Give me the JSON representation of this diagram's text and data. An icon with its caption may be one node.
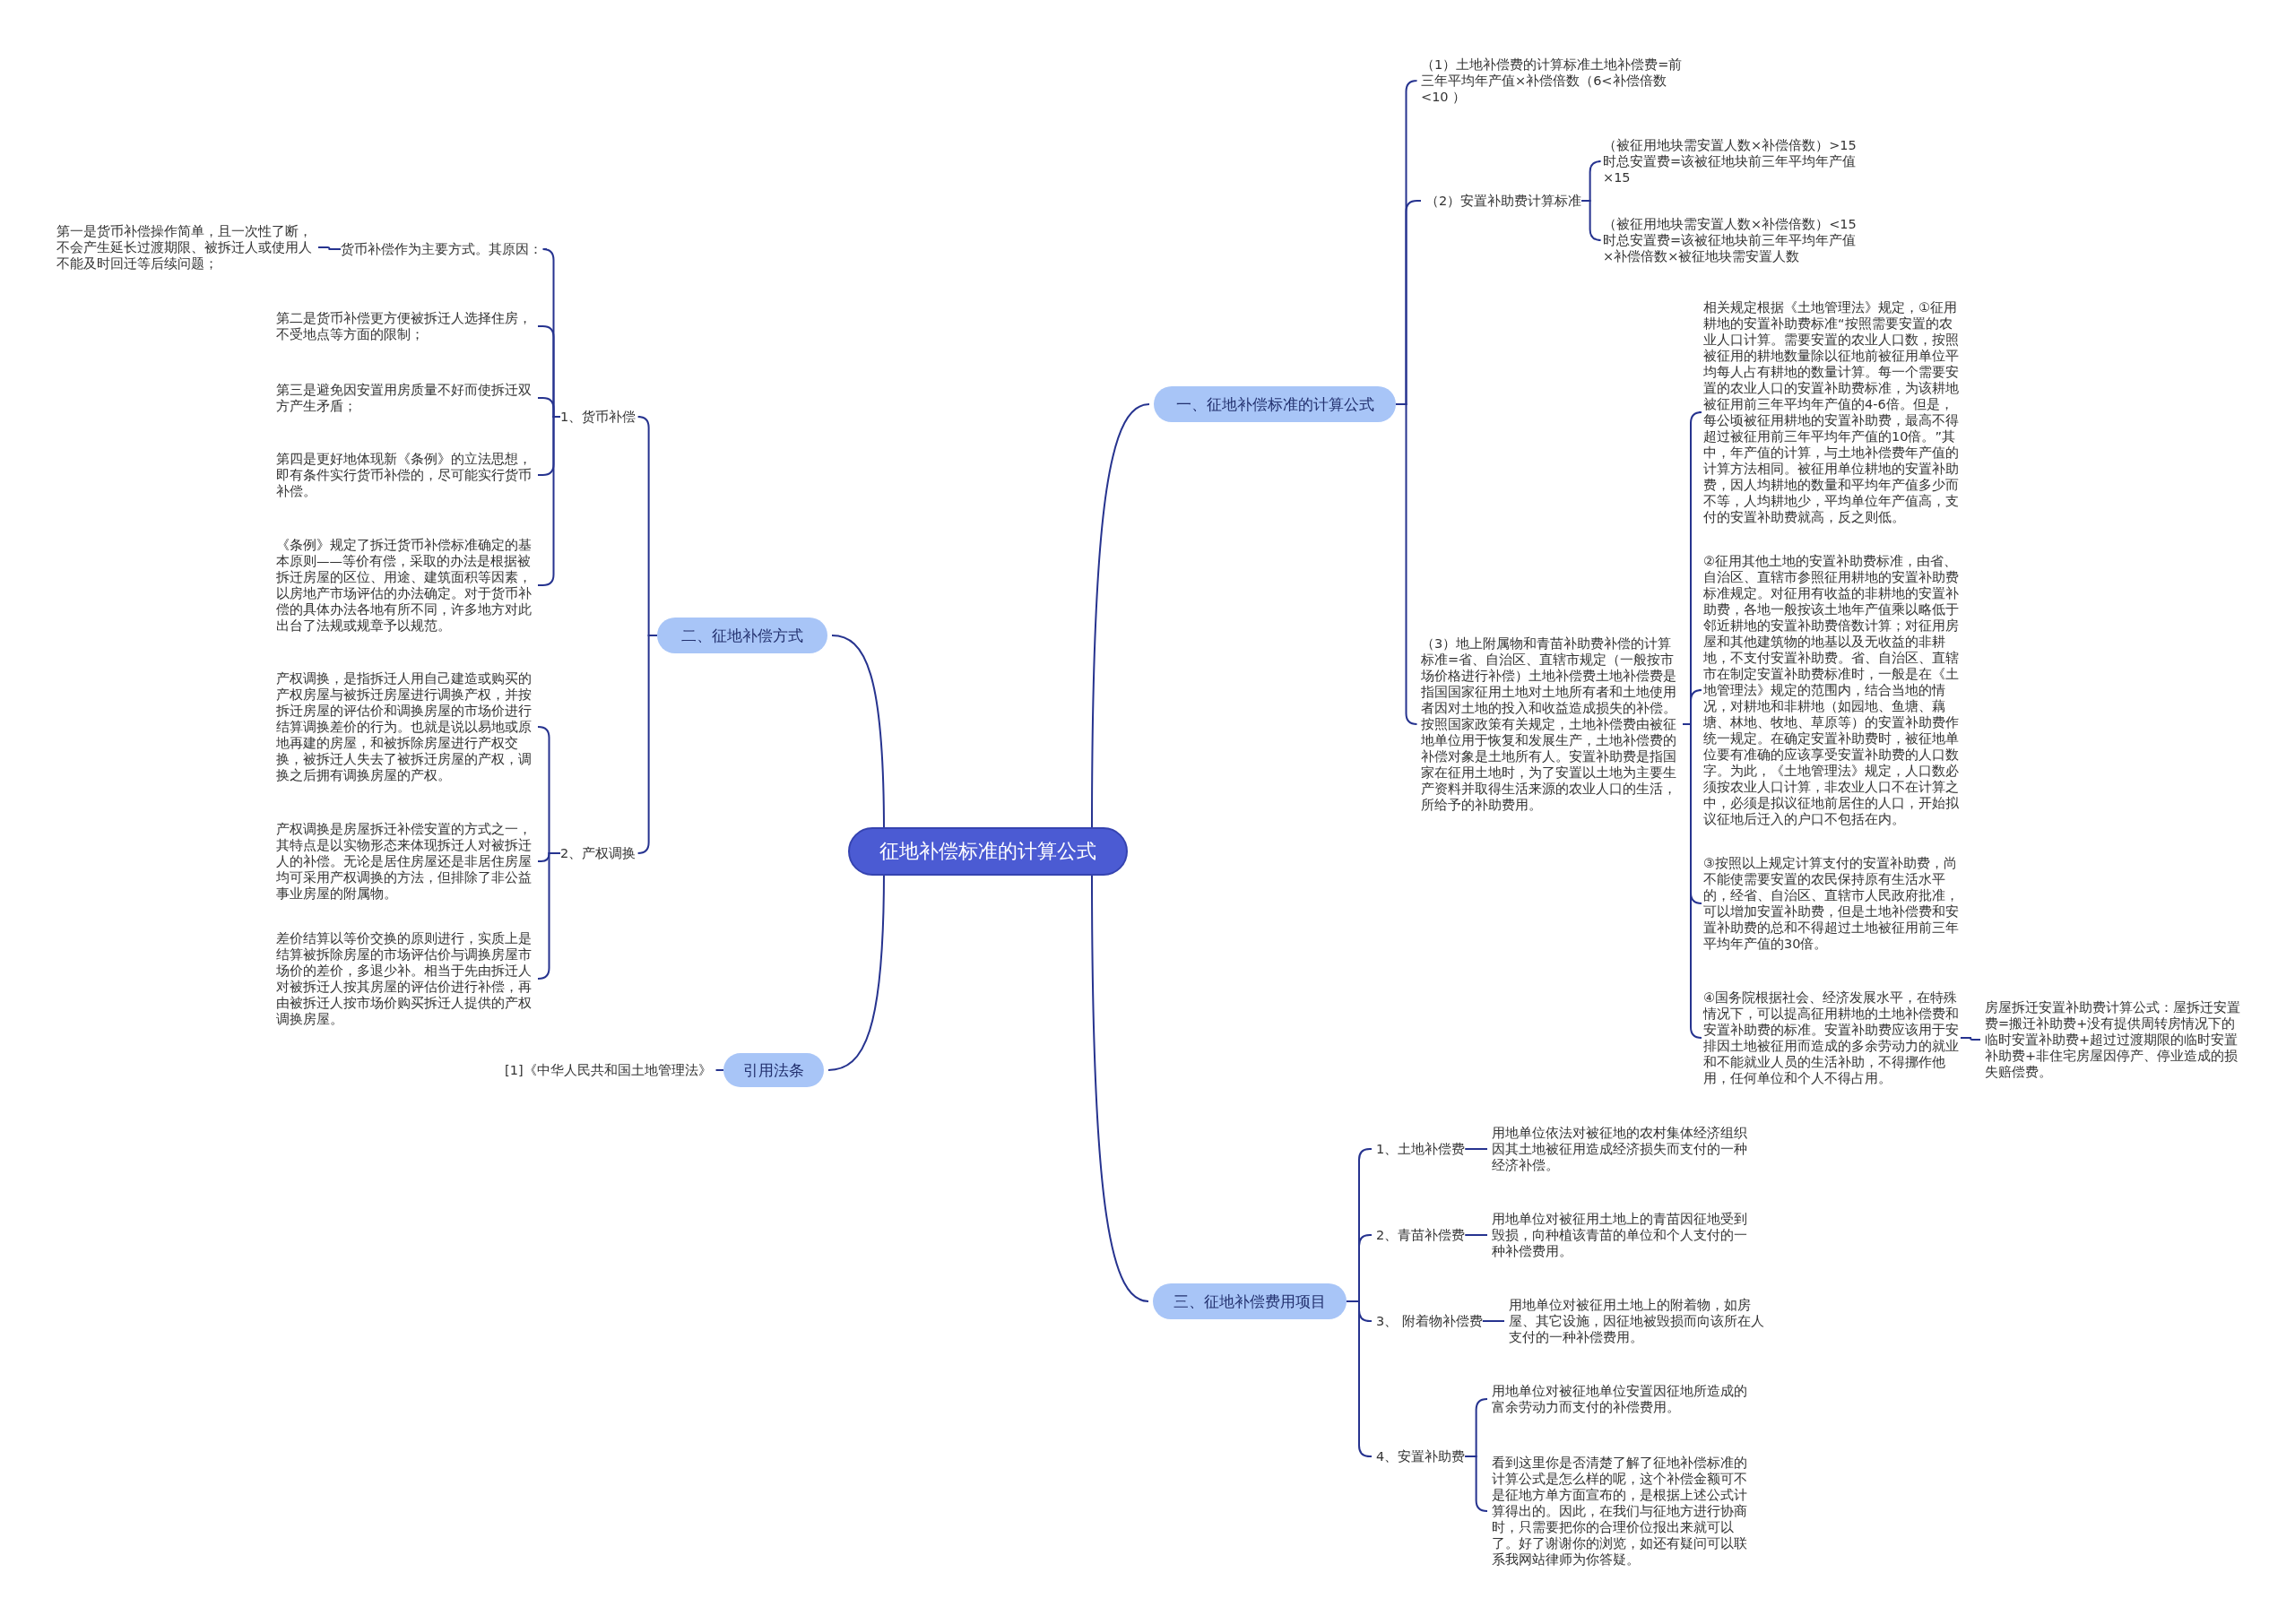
{
  "diagram": {
    "nodes": [
      {
        "text": [
          "征地补偿标准的计算公式"
        ]
      },
      {
        "text": [
          "一、征地补偿标准的计算公式"
        ]
      },
      {
        "text": [
          "（1）土地补偿费的计算标准土地补偿费=前三年平均年产值×补偿倍数（6<补偿倍数<10 ）"
        ]
      },
      {
        "text": [
          "（2）安置补助费计算标准"
        ]
      },
      {
        "text": [
          "（被征用地块需安置人数×补偿倍数）>15时总安置费=该被征地块前三年平均年产值×15"
        ]
      },
      {
        "text": [
          "（被征用地块需安置人数×补偿倍数）<15时总安置费=该被征地块前三年平均年产值×补偿倍数×被征地块需安置人数"
        ]
      },
      {
        "text": [
          "（3）地上附属物和青苗补助费补偿的计算标准=省、自治区、直辖市规定（一般按市场价格进行补偿）土地补偿费土地补偿费是指国国家征用土地对土地所有者和土地使用者因对土地的投入和收益造成损失的补偿。按照国家政策有关规定，土地补偿费由被征地单位用于恢复和发展生产，土地补偿费的补偿对象是土地所有人。安置补助费是指国家在征用土地时，为了安置以土地为主要生产资料并取得生活来源的农业人口的生活，所给予的补助费用。"
        ]
      },
      {
        "text": [
          "相关规定根据《土地管理法》规定，①征用耕地的安置补助费标准“按照需要安置的农业人口计算。需要安置的农业人口数，按照被征用的耕地数量除以征地前被征用单位平均每人占有耕地的数量计算。每一个需要安置的农业人口的安置补助费标准，为该耕地被征用前三年平均年产值的4-6倍。但是，每公顷被征用耕地的安置补助费，最高不得超过被征用前三年平均年产值的10倍。”其中，年产值的计算，与土地补偿费年产值的计算方法相同。被征用单位耕地的安置补助费，因人均耕地的数量和平均年产值多少而不等，人均耕地少，平均单位年产值高，支付的安置补助费就高，反之则低。"
        ]
      },
      {
        "text": [
          "②征用其他土地的安置补助费标准，由省、自治区、直辖市参照征用耕地的安置补助费标准规定。对征用有收益的非耕地的安置补助费，各地一般按该土地年产值乘以略低于邻近耕地的安置补助费倍数计算；对征用房屋和其他建筑物的地基以及无收益的非耕地，不支付安置补助费。省、自治区、直辖市在制定安置补助费标准时，一般是在《土地管理法》规定的范围内，结合当地的情况，对耕地和非耕地（如园地、鱼塘、藕塘、林地、牧地、草原等）的安置补助费作统一规定。在确定安置补助费时，被征地单位要有准确的应该享受安置补助费的人口数字。为此，《土地管理法》规定，人口数必须按农业人口计算，非农业人口不在计算之中，必须是拟议征地前居住的人口，开始拟议征地后迁入的户口不包括在内。"
        ]
      },
      {
        "text": [
          "③按照以上规定计算支付的安置补助费，尚不能使需要安置的农民保持原有生活水平的，经省、自治区、直辖市人民政府批准，可以增加安置补助费，但是土地补偿费和安置补助费的总和不得超过土地被征用前三年平均年产值的30倍。"
        ]
      },
      {
        "text": [
          "④国务院根据社会、经济发展水平，在特殊情况下，可以提高征用耕地的土地补偿费和安置补助费的标准。安置补助费应该用于安排因土地被征用而造成的多余劳动力的就业和不能就业人员的生活补助，不得挪作他用，任何单位和个人不得占用。"
        ]
      },
      {
        "text": [
          "房屋拆迁安置补助费计算公式：屋拆迁安置费=搬迁补助费+没有提供周转房情况下的临时安置补助费+超过过渡期限的临时安置补助费+非住宅房屋因停产、停业造成的损失赔偿费。"
        ]
      },
      {
        "text": [
          "二、征地补偿方式"
        ]
      },
      {
        "text": [
          "1、货币补偿"
        ]
      },
      {
        "text": [
          "货币补偿作为主要方式。其原因："
        ]
      },
      {
        "text": [
          "第一是货币补偿操作简单，且一次性了断，不会产生延长过渡期限、被拆迁人或使用人不能及时回迁等后续问题；"
        ]
      },
      {
        "text": [
          "第二是货币补偿更方便被拆迁人选择住房，不受地点等方面的限制；"
        ]
      },
      {
        "text": [
          "第三是避免因安置用房质量不好而使拆迁双方产生矛盾；"
        ]
      },
      {
        "text": [
          "第四是更好地体现新《条例》的立法思想，即有条件实行货币补偿的，尽可能实行货币补偿。"
        ]
      },
      {
        "text": [
          "《条例》规定了拆迁货币补偿标准确定的基本原则——等价有偿，采取的办法是根据被拆迁房屋的区位、用途、建筑面积等因素，以房地产市场评估的办法确定。对于货币补偿的具体办法各地有所不同，许多地方对此出台了法规或规章予以规范。"
        ]
      },
      {
        "text": [
          "2、产权调换"
        ]
      },
      {
        "text": [
          "产权调换，是指拆迁人用自己建造或购买的产权房屋与被拆迁房屋进行调换产权，并按拆迁房屋的评估价和调换房屋的市场价进行结算调换差价的行为。也就是说以易地或原地再建的房屋，和被拆除房屋进行产权交换，被拆迁人失去了被拆迁房屋的产权，调换之后拥有调换房屋的产权。"
        ]
      },
      {
        "text": [
          "产权调换是房屋拆迁补偿安置的方式之一，其特点是以实物形态来体现拆迁人对被拆迁人的补偿。无论是居住房屋还是非居住房屋均可采用产权调换的方法，但排除了非公益事业房屋的附属物。"
        ]
      },
      {
        "text": [
          "差价结算以等价交换的原则进行，实质上是结算被拆除房屋的市场评估价与调换房屋市场价的差价，多退少补。相当于先由拆迁人对被拆迁人按其房屋的评估价进行补偿，再由被拆迁人按市场价购买拆迁人提供的产权调换房屋。"
        ]
      },
      {
        "text": [
          "引用法条"
        ]
      },
      {
        "text": [
          "[1]《中华人民共和国土地管理法》"
        ]
      },
      {
        "text": [
          "三、征地补偿费用项目"
        ]
      },
      {
        "text": [
          "1、土地补偿费"
        ]
      },
      {
        "text": [
          "用地单位依法对被征地的农村集体经济组织因其土地被征用造成经济损失而支付的一种经济补偿。"
        ]
      },
      {
        "text": [
          "2、青苗补偿费"
        ]
      },
      {
        "text": [
          "用地单位对被征用土地上的青苗因征地受到毁损，向种植该青苗的单位和个人支付的一种补偿费用。"
        ]
      },
      {
        "text": [
          "3、 附着物补偿费"
        ]
      },
      {
        "text": [
          "用地单位对被征用土地上的附着物，如房屋、其它设施，因征地被毁损而向该所在人支付的一种补偿费用。"
        ]
      },
      {
        "text": [
          "4、安置补助费"
        ]
      },
      {
        "text": [
          "用地单位对被征地单位安置因征地所造成的富余劳动力而支付的补偿费用。"
        ]
      },
      {
        "text": [
          "看到这里你是否清楚了解了征地补偿标准的计算公式是怎么样的呢，这个补偿金额可不是征地方单方面宣布的，是根据上述公式计算得出的。因此，在我们与征地方进行协商时，只需要把你的合理价位报出来就可以了。好了谢谢你的浏览，如还有疑问可以联系我网站律师为你答疑。"
        ]
      }
    ],
    "edges": [
      {
        "from": 0,
        "to": 1,
        "arrow": "none"
      },
      {
        "from": 1,
        "to": 2,
        "arrow": "none"
      },
      {
        "from": 1,
        "to": 3,
        "arrow": "none"
      },
      {
        "from": 3,
        "to": 4,
        "arrow": "none"
      },
      {
        "from": 3,
        "to": 5,
        "arrow": "none"
      },
      {
        "from": 1,
        "to": 6,
        "arrow": "none"
      },
      {
        "from": 6,
        "to": 7,
        "arrow": "none"
      },
      {
        "from": 6,
        "to": 8,
        "arrow": "none"
      },
      {
        "from": 6,
        "to": 9,
        "arrow": "none"
      },
      {
        "from": 6,
        "to": 10,
        "arrow": "none"
      },
      {
        "from": 10,
        "to": 11,
        "arrow": "none"
      },
      {
        "from": 0,
        "to": 12,
        "arrow": "none"
      },
      {
        "from": 12,
        "to": 13,
        "arrow": "none"
      },
      {
        "from": 13,
        "to": 14,
        "arrow": "none"
      },
      {
        "from": 14,
        "to": 15,
        "arrow": "none"
      },
      {
        "from": 13,
        "to": 16,
        "arrow": "none"
      },
      {
        "from": 13,
        "to": 17,
        "arrow": "none"
      },
      {
        "from": 13,
        "to": 18,
        "arrow": "none"
      },
      {
        "from": 13,
        "to": 19,
        "arrow": "none"
      },
      {
        "from": 12,
        "to": 20,
        "arrow": "none"
      },
      {
        "from": 20,
        "to": 21,
        "arrow": "none"
      },
      {
        "from": 20,
        "to": 22,
        "arrow": "none"
      },
      {
        "from": 20,
        "to": 23,
        "arrow": "none"
      },
      {
        "from": 0,
        "to": 24,
        "arrow": "none"
      },
      {
        "from": 24,
        "to": 25,
        "arrow": "none"
      },
      {
        "from": 0,
        "to": 26,
        "arrow": "none"
      },
      {
        "from": 26,
        "to": 27,
        "arrow": "none"
      },
      {
        "from": 27,
        "to": 28,
        "arrow": "none"
      },
      {
        "from": 26,
        "to": 29,
        "arrow": "none"
      },
      {
        "from": 29,
        "to": 30,
        "arrow": "none"
      },
      {
        "from": 26,
        "to": 31,
        "arrow": "none"
      },
      {
        "from": 31,
        "to": 32,
        "arrow": "none"
      },
      {
        "from": 26,
        "to": 33,
        "arrow": "none"
      },
      {
        "from": 33,
        "to": 34,
        "arrow": "none"
      },
      {
        "from": 33,
        "to": 35,
        "arrow": "none"
      }
    ]
  }
}
